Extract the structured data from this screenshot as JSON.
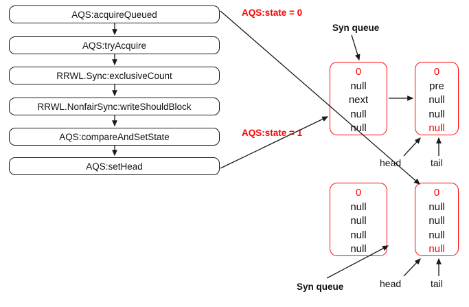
{
  "flow": {
    "steps": [
      {
        "label": "AQS:acquireQueued"
      },
      {
        "label": "AQS:tryAcquire"
      },
      {
        "label": "RRWL.Sync:exclusiveCount"
      },
      {
        "label": "RRWL.NonfairSync:writeShouldBlock"
      },
      {
        "label": "AQS:compareAndSetState"
      },
      {
        "label": "AQS:setHead"
      }
    ]
  },
  "annotations": {
    "state_zero": "AQS:state = 0",
    "state_one": "AQS:state = 1",
    "syn_queue_top": "Syn queue",
    "syn_queue_bottom": "Syn queue",
    "head_top": "head",
    "tail_top": "tail",
    "head_bottom": "head",
    "tail_bottom": "tail"
  },
  "nodes": {
    "top_first": {
      "name": "top-left-node",
      "fields": [
        {
          "text": "0",
          "color": "red"
        },
        {
          "text": "null",
          "color": "black"
        },
        {
          "text": "next",
          "color": "black"
        },
        {
          "text": "null",
          "color": "black"
        },
        {
          "text": "null",
          "color": "black"
        }
      ]
    },
    "top_second": {
      "name": "top-right-node",
      "fields": [
        {
          "text": "0",
          "color": "red"
        },
        {
          "text": "pre",
          "color": "black"
        },
        {
          "text": "null",
          "color": "black"
        },
        {
          "text": "null",
          "color": "black"
        },
        {
          "text": "null",
          "color": "red"
        }
      ]
    },
    "bottom_first": {
      "name": "bottom-left-node",
      "fields": [
        {
          "text": "0",
          "color": "red"
        },
        {
          "text": "null",
          "color": "black"
        },
        {
          "text": "null",
          "color": "black"
        },
        {
          "text": "null",
          "color": "black"
        },
        {
          "text": "null",
          "color": "black"
        }
      ]
    },
    "bottom_second": {
      "name": "bottom-right-node",
      "fields": [
        {
          "text": "0",
          "color": "red"
        },
        {
          "text": "null",
          "color": "black"
        },
        {
          "text": "null",
          "color": "black"
        },
        {
          "text": "null",
          "color": "black"
        },
        {
          "text": "null",
          "color": "red"
        }
      ]
    }
  },
  "colors": {
    "accent_red": "#ff0000",
    "line": "#1a1a1a",
    "background": "#ffffff"
  }
}
